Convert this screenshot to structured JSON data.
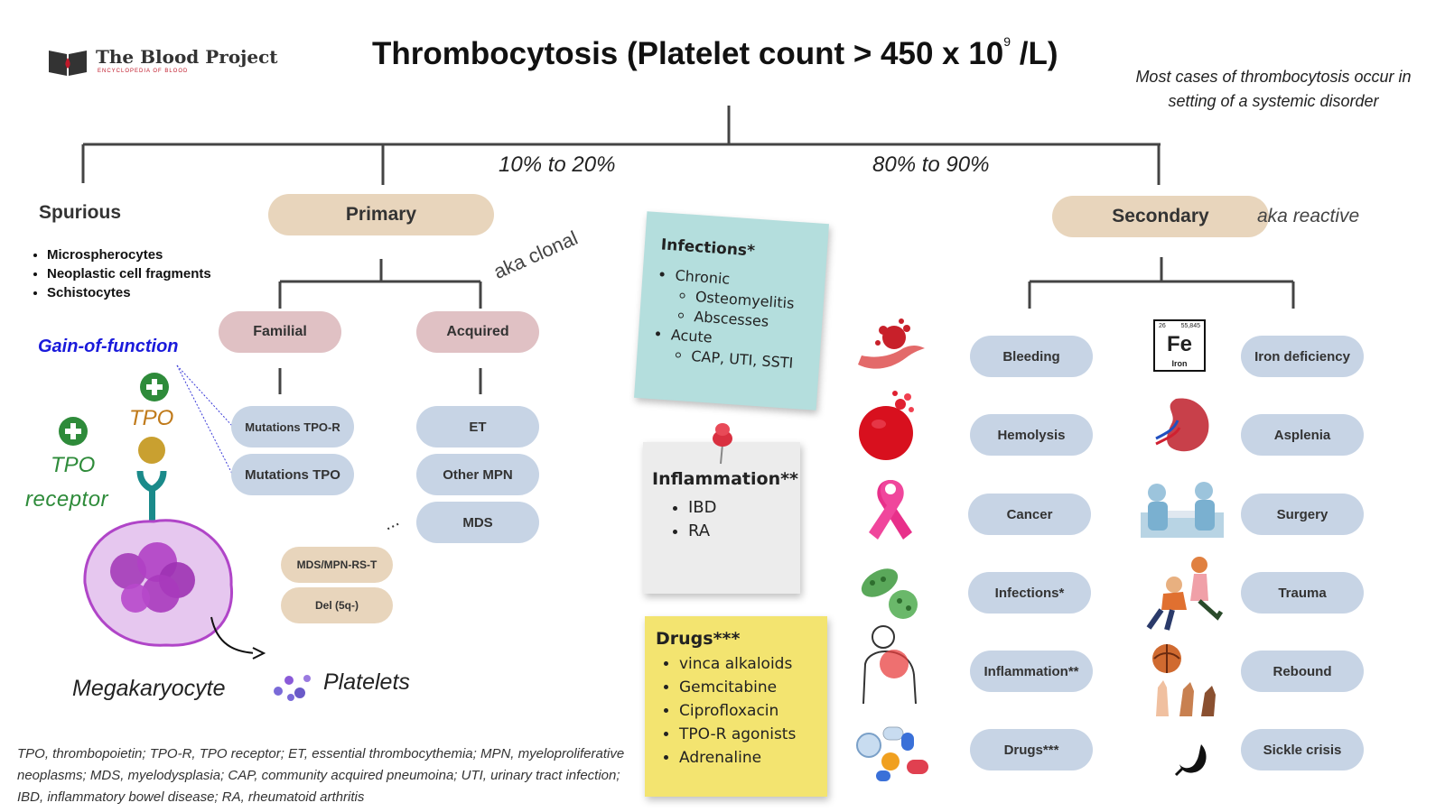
{
  "header": {
    "logo_title": "The Blood Project",
    "logo_subtitle": "ENCYCLOPEDIA OF BLOOD",
    "title_main": "Thrombocytosis (Platelet count > 450 x 10",
    "title_sup": "9",
    "title_end": " /L)",
    "note": "Most cases of thrombocytosis occur in setting of a systemic disorder"
  },
  "percent_primary": "10% to 20%",
  "percent_secondary": "80% to 90%",
  "spurious": {
    "title": "Spurious",
    "items": [
      "Microspherocytes",
      "Neoplastic cell fragments",
      "Schistocytes"
    ]
  },
  "primary": {
    "label": "Primary",
    "aka": "aka clonal",
    "familial": "Familial",
    "acquired": "Acquired",
    "familial_items": [
      "Mutations TPO-R",
      "Mutations TPO"
    ],
    "acquired_items": [
      "ET",
      "Other MPN",
      "MDS"
    ],
    "ellipsis": "...",
    "mds_items": [
      "MDS/MPN-RS-T",
      "Del (5q-)"
    ]
  },
  "secondary": {
    "label": "Secondary",
    "aka": "aka reactive",
    "left": [
      "Bleeding",
      "Hemolysis",
      "Cancer",
      "Infections*",
      "Inflammation**",
      "Drugs***"
    ],
    "right": [
      "Iron deficiency",
      "Asplenia",
      "Surgery",
      "Trauma",
      "Rebound",
      "Sickle crisis"
    ]
  },
  "illustration": {
    "gain": "Gain-of-function",
    "tpo": "TPO",
    "tpo_receptor_1": "TPO",
    "tpo_receptor_2": "receptor",
    "megakaryocyte": "Megakaryocyte",
    "platelets": "Platelets"
  },
  "iron_tile": {
    "number": "26",
    "mass": "55,845",
    "symbol": "Fe",
    "name": "Iron"
  },
  "notes": {
    "infections": {
      "title": "Infections*",
      "chronic": "Chronic",
      "chronic_items": [
        "Osteomyelitis",
        "Abscesses"
      ],
      "acute": "Acute",
      "acute_items": [
        "CAP, UTI, SSTI"
      ]
    },
    "inflammation": {
      "title": "Inflammation**",
      "items": [
        "IBD",
        "RA"
      ]
    },
    "drugs": {
      "title": "Drugs***",
      "items": [
        "vinca alkaloids",
        "Gemcitabine",
        "Ciprofloxacin",
        "TPO-R agonists",
        "Adrenaline"
      ]
    }
  },
  "footnote": "TPO, thrombopoietin; TPO-R, TPO receptor; ET, essential thrombocythemia; MPN, myeloproliferative neoplasms; MDS, myelodysplasia; CAP, community acquired pneumoina; UTI, urinary tract infection; IBD, inflammatory bowel disease; RA, rheumatoid arthritis",
  "colors": {
    "tan": "#e8d5bc",
    "pink": "#e0c1c4",
    "blue": "#c7d4e5",
    "teal_note": "#b4dedd",
    "grey_note": "#ececec",
    "yellow_note": "#f3e470",
    "gain_blue": "#1a1adb",
    "tpo_orange": "#c07a1a",
    "receptor_green": "#2e8b3a"
  }
}
